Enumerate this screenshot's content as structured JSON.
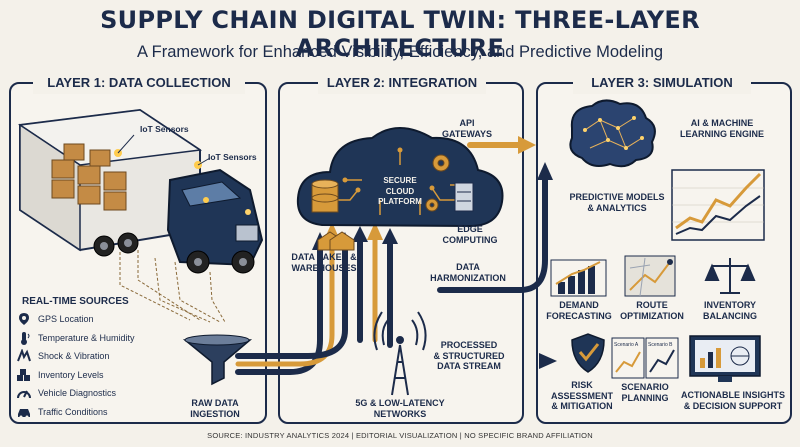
{
  "header": {
    "title": "SUPPLY CHAIN DIGITAL TWIN: THREE-LAYER ARCHITECTURE",
    "subtitle": "A Framework for Enhanced Visibility, Efficiency, and Predictive Modeling"
  },
  "layer1": {
    "title": "LAYER 1: DATA COLLECTION",
    "sensor_label_1": "IoT Sensors",
    "sensor_label_2": "IoT Sensors",
    "sources_heading": "REAL-TIME SOURCES",
    "sources": [
      {
        "label": "GPS Location",
        "icon": "location-pin-icon"
      },
      {
        "label": "Temperature & Humidity",
        "icon": "thermometer-icon"
      },
      {
        "label": "Shock & Vibration",
        "icon": "vibration-icon"
      },
      {
        "label": "Inventory Levels",
        "icon": "boxes-icon"
      },
      {
        "label": "Vehicle Diagnostics",
        "icon": "gauge-icon"
      },
      {
        "label": "Traffic Conditions",
        "icon": "car-icon"
      }
    ],
    "ingestion_label": "RAW DATA\nINGESTION"
  },
  "layer2": {
    "title": "LAYER 2: INTEGRATION",
    "cloud_label": "SECURE\nCLOUD\nPLATFORM",
    "api_label": "API\nGATEWAYS",
    "lakes_label": "DATA LAKES &\nWAREHOUSES",
    "edge_label": "EDGE\nCOMPUTING",
    "harmonization_label": "DATA\nHARMONIZATION",
    "stream_label": "PROCESSED\n& STRUCTURED\nDATA STREAM",
    "network_label": "5G & LOW-LATENCY\nNETWORKS"
  },
  "layer3": {
    "title": "LAYER 3: SIMULATION",
    "ai_label": "AI & MACHINE\nLEARNING ENGINE",
    "predictive_label": "PREDICTIVE MODELS\n& ANALYTICS",
    "demand_label": "DEMAND\nFORECASTING",
    "route_label": "ROUTE\nOPTIMIZATION",
    "inventory_label": "INVENTORY\nBALANCING",
    "risk_label": "RISK\nASSESSMENT\n& MITIGATION",
    "scenario_label": "SCENARIO\nPLANNING",
    "scenario_a": "Scenario A",
    "scenario_b": "Scenario B",
    "insights_label": "ACTIONABLE INSIGHTS\n& DECISION SUPPORT"
  },
  "footer": "SOURCE: INDUSTRY ANALYTICS 2024 | EDITORIAL VISUALIZATION | NO SPECIFIC BRAND AFFILIATION",
  "colors": {
    "navy": "#1c2b4a",
    "gold": "#d79a3a",
    "background": "#f4f1ea"
  }
}
